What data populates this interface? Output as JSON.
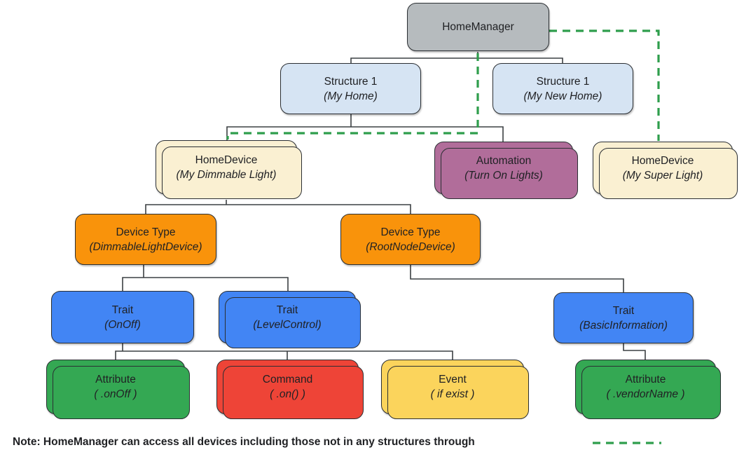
{
  "nodes": [
    {
      "id": "home-manager",
      "title": "HomeManager",
      "subtitle": "",
      "color": "#B6BBBE",
      "stacked": false
    },
    {
      "id": "structure-my-home",
      "title": "Structure 1",
      "subtitle": "(My Home)",
      "color": "#D6E4F3",
      "stacked": false
    },
    {
      "id": "structure-my-new-home",
      "title": "Structure 1",
      "subtitle": "(My New Home)",
      "color": "#D6E4F3",
      "stacked": false
    },
    {
      "id": "homedevice-dimmable",
      "title": "HomeDevice",
      "subtitle": "(My Dimmable Light)",
      "color": "#FAF0D2",
      "stacked": true
    },
    {
      "id": "automation",
      "title": "Automation",
      "subtitle": "(Turn On Lights)",
      "color": "#B16D9A",
      "stacked": true
    },
    {
      "id": "homedevice-super",
      "title": "HomeDevice",
      "subtitle": "(My Super Light)",
      "color": "#FAF0D2",
      "stacked": true
    },
    {
      "id": "devicetype-dimmable",
      "title": "Device Type",
      "subtitle": "(DimmableLightDevice)",
      "color": "#F9930B",
      "stacked": false
    },
    {
      "id": "devicetype-rootnode",
      "title": "Device Type",
      "subtitle": "(RootNodeDevice)",
      "color": "#F9930B",
      "stacked": false
    },
    {
      "id": "trait-onoff",
      "title": "Trait",
      "subtitle": "(OnOff)",
      "color": "#4285F4",
      "stacked": false
    },
    {
      "id": "trait-levelcontrol",
      "title": "Trait",
      "subtitle": "(LevelControl)",
      "color": "#4285F4",
      "stacked": true
    },
    {
      "id": "trait-basicinformation",
      "title": "Trait",
      "subtitle": "(BasicInformation)",
      "color": "#4285F4",
      "stacked": false
    },
    {
      "id": "attribute-onoff",
      "title": "Attribute",
      "subtitle": "( .onOff )",
      "color": "#34A853",
      "stacked": true
    },
    {
      "id": "command-on",
      "title": "Command",
      "subtitle": "( .on() )",
      "color": "#EE4437",
      "stacked": true
    },
    {
      "id": "event-ifexist",
      "title": "Event",
      "subtitle": "( if exist )",
      "color": "#FBD45C",
      "stacked": true
    },
    {
      "id": "attribute-vendorname",
      "title": "Attribute",
      "subtitle": "( .vendorName )",
      "color": "#34A853",
      "stacked": true
    }
  ],
  "note": {
    "text": "Note: HomeManager can access all devices including those not in any structures through"
  },
  "colors": {
    "solid_connector": "#3C4043",
    "dashed_connector_green": "#2E9E4C",
    "node_border": "#2B2F33",
    "text": "#202124"
  }
}
